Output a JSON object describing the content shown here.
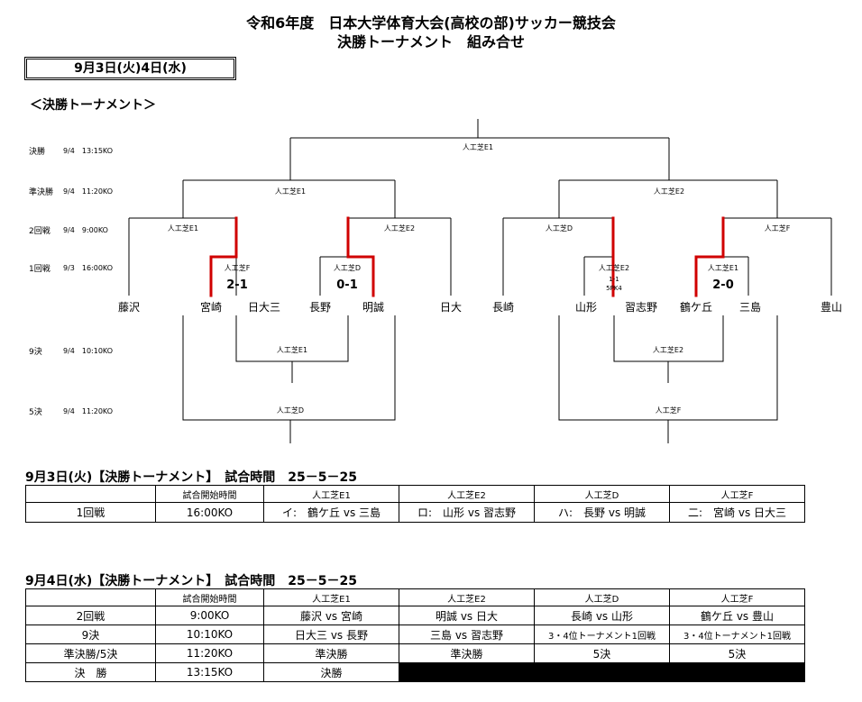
{
  "title": {
    "line1": "令和6年度　日本大学体育大会(高校の部)サッカー競技会",
    "line2": "決勝トーナメント　組み合せ"
  },
  "date_box": "9月3日(火)4日(水)",
  "bracket_title": "＜決勝トーナメント＞",
  "rounds": [
    {
      "label": "決勝",
      "time": "9/4　13:15KO"
    },
    {
      "label": "準決勝",
      "time": "9/4　11:20KO"
    },
    {
      "label": "2回戦",
      "time": "9/4　9:00KO"
    },
    {
      "label": "1回戦",
      "time": "9/3　16:00KO"
    },
    {
      "label": "9決",
      "time": "9/4　10:10KO"
    },
    {
      "label": "5決",
      "time": "9/4　11:20KO"
    }
  ],
  "venues": {
    "final": "人工芝E1",
    "semi_left": "人工芝E1",
    "semi_right": "人工芝E2",
    "r2_1": "人工芝E1",
    "r2_2": "人工芝E2",
    "r2_3": "人工芝D",
    "r2_4": "人工芝F",
    "r1_1": "人工芝F",
    "r1_2": "人工芝D",
    "r1_3": "人工芝E2",
    "r1_4": "人工芝E1",
    "ninth_left": "人工芝E1",
    "ninth_right": "人工芝E2",
    "fifth_left": "人工芝D",
    "fifth_right": "人工芝F"
  },
  "teams": [
    "藤沢",
    "宮崎",
    "日大三",
    "長野",
    "明誠",
    "日大",
    "長崎",
    "山形",
    "習志野",
    "鶴ケ丘",
    "三島",
    "豊山"
  ],
  "scores": {
    "r1_1": "2-1",
    "r1_2": "0-1",
    "r1_3": "1-1",
    "r1_3_pk": "5PK4",
    "r1_4": "2-0"
  },
  "schedule1": {
    "heading": "9月3日(火)【決勝トーナメント】　試合時間　25－5－25",
    "header": [
      "",
      "試合開始時間",
      "人工芝E1",
      "人工芝E2",
      "人工芝D",
      "人工芝F"
    ],
    "rows": [
      [
        "1回戦",
        "16:00KO",
        "イ:　鶴ケ丘 vs 三島",
        "ロ:　山形 vs 習志野",
        "ハ:　長野 vs 明誠",
        "二:　宮崎 vs 日大三"
      ]
    ]
  },
  "schedule2": {
    "heading": "9月4日(水)【決勝トーナメント】　試合時間　25－5－25",
    "header": [
      "",
      "試合開始時間",
      "人工芝E1",
      "人工芝E2",
      "人工芝D",
      "人工芝F"
    ],
    "rows": [
      [
        "2回戦",
        "9:00KO",
        "藤沢 vs 宮崎",
        "明誠 vs 日大",
        "長崎 vs 山形",
        "鶴ケ丘 vs 豊山"
      ],
      [
        "9決",
        "10:10KO",
        "日大三 vs 長野",
        "三島 vs 習志野",
        "3・4位トーナメント1回戦",
        "3・4位トーナメント1回戦"
      ],
      [
        "準決勝/5決",
        "11:20KO",
        "準決勝",
        "準決勝",
        "5決",
        "5決"
      ],
      [
        "決　勝",
        "13:15KO",
        "決勝",
        "",
        "",
        ""
      ]
    ]
  }
}
